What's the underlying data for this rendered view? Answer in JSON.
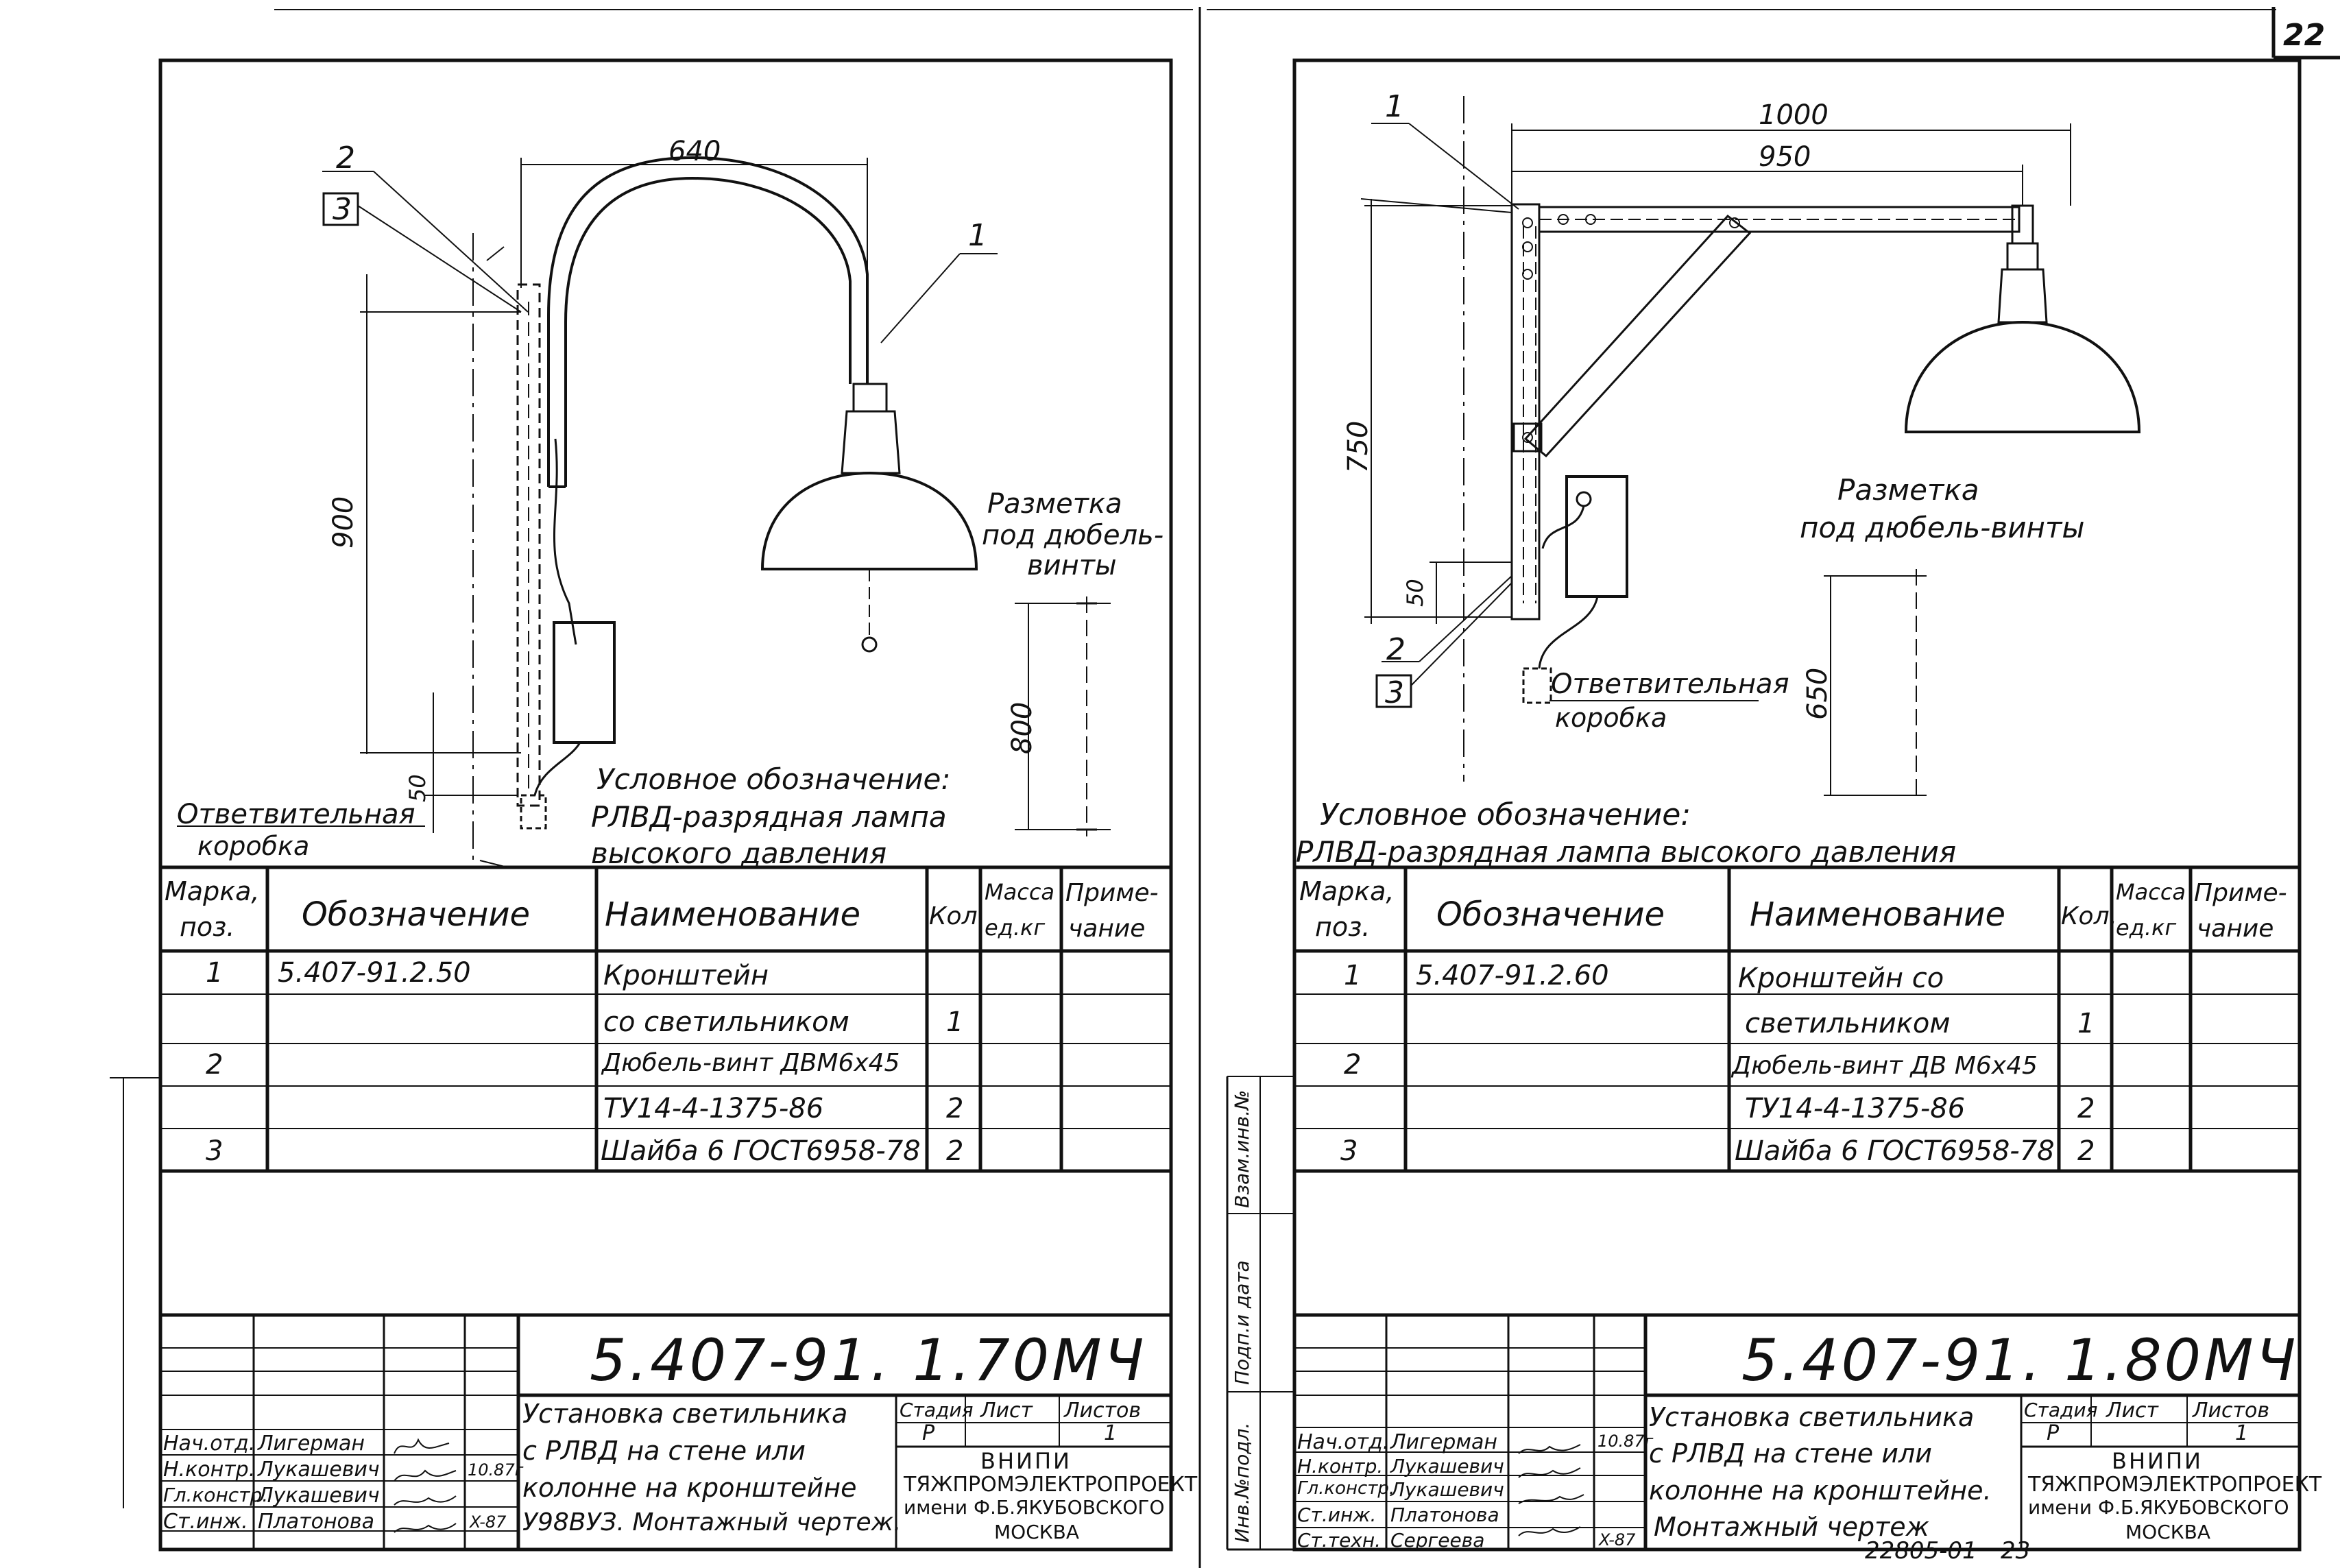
{
  "page_number": "22",
  "footer_code": "22805-01",
  "footer_page": "23",
  "left_sheet": {
    "dims": {
      "width": "640",
      "height": "900",
      "bottom": "50",
      "marking": "800"
    },
    "callouts": {
      "lamp_pos": "1",
      "pos2": "2",
      "pos3": "3"
    },
    "marking_label": [
      "Разметка",
      "под дюбель-",
      "винты"
    ],
    "box_label": [
      "Ответвительная",
      "коробка"
    ],
    "legend": [
      "Условное обозначение:",
      "РЛВД-разрядная лампа",
      "высокого давления"
    ],
    "spec_headers": {
      "mark": [
        "Марка,",
        "поз."
      ],
      "designation": "Обозначение",
      "name": "Наименование",
      "qty": "Кол.",
      "mass": [
        "Масса",
        "ед.кг"
      ],
      "note": [
        "Приме-",
        "чание"
      ]
    },
    "spec_rows": [
      {
        "mark": "1",
        "designation": "5.407-91.2.50",
        "name": "Кронштейн",
        "qty": ""
      },
      {
        "mark": "",
        "designation": "",
        "name": "со светильником",
        "qty": "1"
      },
      {
        "mark": "2",
        "designation": "",
        "name": "Дюбель-винт ДВМ6х45",
        "qty": ""
      },
      {
        "mark": "",
        "designation": "",
        "name": "ТУ14-4-1375-86",
        "qty": "2"
      },
      {
        "mark": "3",
        "designation": "",
        "name": "Шайба 6 ГОСТ6958-78",
        "qty": "2"
      }
    ],
    "doc_code": "5.407-91. 1.70МЧ",
    "title": [
      "Установка светильника",
      "с РЛВД на стене или",
      "колонне на кронштейне",
      "У98ВУЗ. Монтажный чертеж."
    ],
    "stamp_labels": {
      "stage": "Стадия",
      "sheet": "Лист",
      "sheets": "Листов",
      "stage_val": "Р",
      "sheets_val": "1"
    },
    "org": [
      "ВНИПИ",
      "ТЯЖПРОМЭЛЕКТРОПРОЕКТ",
      "имени Ф.Б.ЯКУБОВСКОГО",
      "МОСКВА"
    ],
    "signers": [
      {
        "role": "Нач.отд.",
        "name": "Лигерман",
        "date": ""
      },
      {
        "role": "Н.контр.",
        "name": "Лукашевич",
        "date": "10.87г"
      },
      {
        "role": "Гл.констр.",
        "name": "Лукашевич",
        "date": ""
      },
      {
        "role": "Ст.инж.",
        "name": "Платонова",
        "date": "X-87"
      }
    ]
  },
  "right_sheet": {
    "dims": {
      "length_total": "1000",
      "length_inner": "950",
      "height": "750",
      "bottom": "50",
      "marking": "650"
    },
    "callouts": {
      "pos1": "1",
      "pos2": "2",
      "pos3": "3"
    },
    "marking_label": [
      "Разметка",
      "под дюбель-винты"
    ],
    "box_label": [
      "Ответвительная",
      "коробка"
    ],
    "legend": [
      "Условное обозначение:",
      "РЛВД-разрядная лампа высокого давления"
    ],
    "spec_headers": {
      "mark": [
        "Марка,",
        "поз."
      ],
      "designation": "Обозначение",
      "name": "Наименование",
      "qty": "Кол.",
      "mass": [
        "Масса",
        "ед.кг"
      ],
      "note": [
        "Приме-",
        "чание"
      ]
    },
    "spec_rows": [
      {
        "mark": "1",
        "designation": "5.407-91.2.60",
        "name": "Кронштейн со",
        "qty": ""
      },
      {
        "mark": "",
        "designation": "",
        "name": "светильником",
        "qty": "1"
      },
      {
        "mark": "2",
        "designation": "",
        "name": "Дюбель-винт ДВ М6х45",
        "qty": ""
      },
      {
        "mark": "",
        "designation": "",
        "name": "ТУ14-4-1375-86",
        "qty": "2"
      },
      {
        "mark": "3",
        "designation": "",
        "name": "Шайба 6 ГОСТ6958-78",
        "qty": "2"
      }
    ],
    "doc_code": "5.407-91. 1.80МЧ",
    "title": [
      "Установка светильника",
      "с РЛВД на стене или",
      "колонне на кронштейне.",
      "Монтажный чертеж"
    ],
    "stamp_labels": {
      "stage": "Стадия",
      "sheet": "Лист",
      "sheets": "Листов",
      "stage_val": "Р",
      "sheets_val": "1"
    },
    "org": [
      "ВНИПИ",
      "ТЯЖПРОМЭЛЕКТРОПРОЕКТ",
      "имени Ф.Б.ЯКУБОВСКОГО",
      "МОСКВА"
    ],
    "signers": [
      {
        "role": "Нач.отд.",
        "name": "Лигерман",
        "date": ""
      },
      {
        "role": "Н.контр.",
        "name": "Лукашевич",
        "date": "10.87г"
      },
      {
        "role": "Гл.констр.",
        "name": "Лукашевич",
        "date": ""
      },
      {
        "role": "Ст.инж.",
        "name": "Платонова",
        "date": ""
      },
      {
        "role": "Ст.техн.",
        "name": "Сергеева",
        "date": "X-87"
      }
    ],
    "side_stamp": [
      "Инв.№подл.",
      "Подп.и дата",
      "Взам.инв.№"
    ]
  }
}
